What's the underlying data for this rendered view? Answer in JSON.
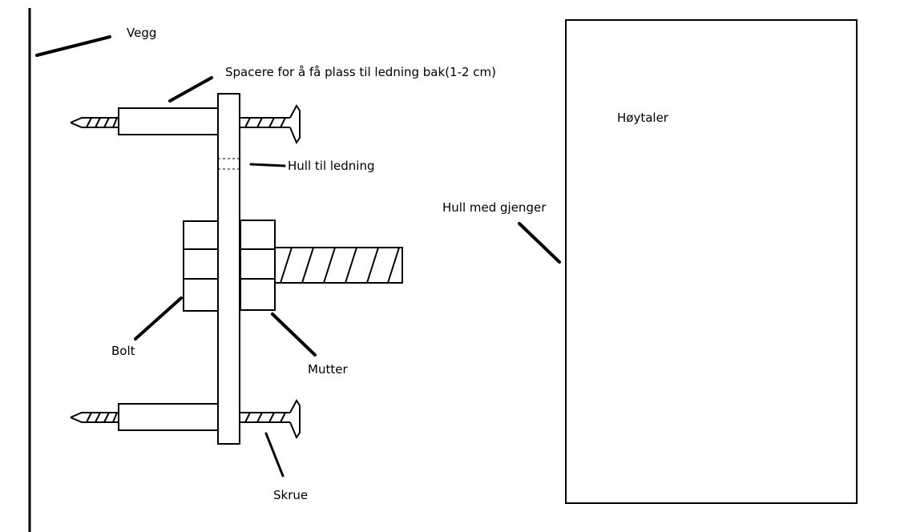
{
  "labels": {
    "wall": "Vegg",
    "spacer": "Spacere for å få plass til ledning bak(1-2 cm)",
    "wire_hole": "Hull til ledning",
    "threaded_hole": "Hull med gjenger",
    "speaker": "Høytaler",
    "bolt": "Bolt",
    "nut": "Mutter",
    "screw": "Skrue"
  }
}
